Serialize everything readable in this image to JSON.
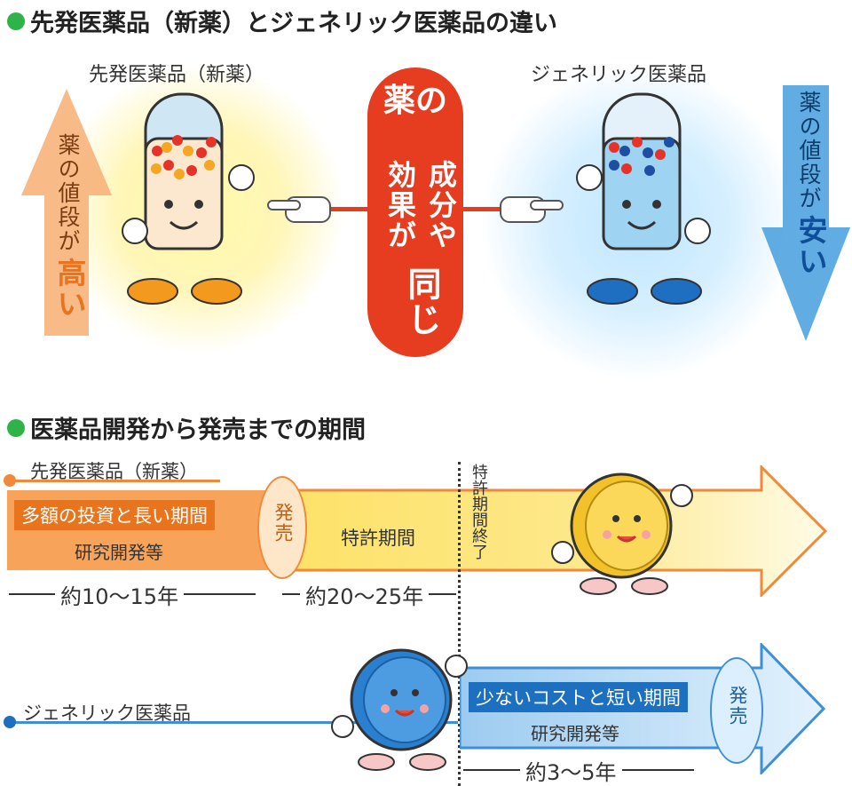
{
  "colors": {
    "bullet": "#2db34a",
    "orange": "#f08a3a",
    "orange_dark": "#e8741e",
    "yellow": "#fde267",
    "blue": "#3e8fd6",
    "blue_dark": "#1d6fbf",
    "red": "#e63c20"
  },
  "section1": {
    "title": "先発医薬品（新薬）とジェネリック医薬品の違い",
    "left_label": "先発医薬品（新薬）",
    "right_label": "ジェネリック医薬品",
    "left_arrow_top": "薬の値段が",
    "left_arrow_bottom": "高い",
    "right_arrow_top": "薬の値段が",
    "right_arrow_bottom": "安い",
    "center_top": "薬の",
    "center_col1": "効果が",
    "center_col2": "成分や",
    "center_bottom": "同じ"
  },
  "section2": {
    "title": "医薬品開発から発売までの期間",
    "brand_label": "先発医薬品（新薬）",
    "brand_invest": "多額の投資と長い期間",
    "brand_rd": "研究開発等",
    "brand_launch": "発売",
    "patent_period": "特許期間",
    "patent_expire": "特許期間終了",
    "brand_dur1": "約10～15年",
    "brand_dur2": "約20～25年",
    "generic_label": "ジェネリック医薬品",
    "generic_cost": "少ないコストと短い期間",
    "generic_rd": "研究開発等",
    "generic_launch": "発売",
    "generic_dur": "約3～5年"
  }
}
